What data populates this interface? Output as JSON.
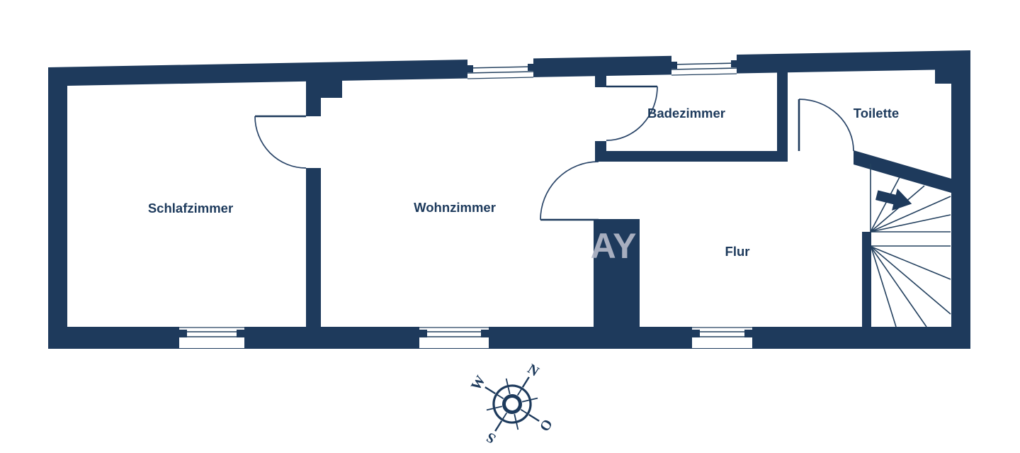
{
  "plan": {
    "rooms": [
      {
        "id": "schlafzimmer",
        "label": "Schlafzimmer"
      },
      {
        "id": "wohnzimmer",
        "label": "Wohnzimmer"
      },
      {
        "id": "badezimmer",
        "label": "Badezimmer"
      },
      {
        "id": "toilette",
        "label": "Toilette"
      },
      {
        "id": "flur",
        "label": "Flur"
      }
    ],
    "compass": {
      "north": "N",
      "east": "O",
      "south": "S",
      "west": "W"
    },
    "watermark": "AY",
    "colors": {
      "wall": "#1e3a5c",
      "line": "#24415f",
      "background": "#ffffff",
      "watermark": "#b3b8c8"
    }
  }
}
